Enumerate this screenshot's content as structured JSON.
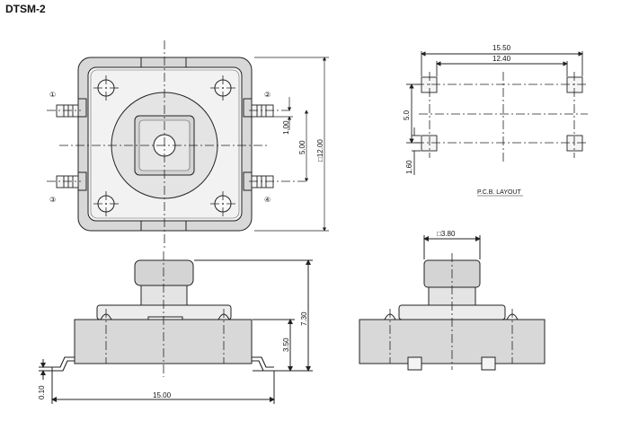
{
  "title": "DTSM-2",
  "pcb_caption": "P.C.B. LAYOUT",
  "pins": [
    "①",
    "②",
    "③",
    "④"
  ],
  "dimensions": {
    "top_view_pin_pitch": "1.00",
    "top_view_pin_span": "5.00",
    "top_view_body": "□12.00",
    "pcb_outer": "15.50",
    "pcb_inner": "12.40",
    "pcb_row_spacing": "5.0",
    "pcb_pad": "1.60",
    "side_height": "7.30",
    "side_body_height": "3.50",
    "side_standoff": "0.10",
    "side_width": "15.00",
    "actuator": "□3.80"
  }
}
